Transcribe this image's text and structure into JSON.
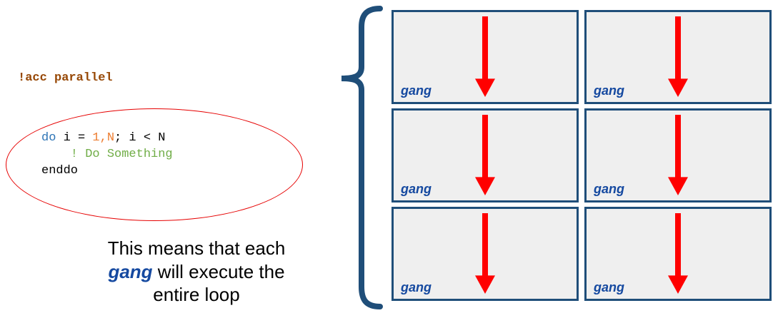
{
  "colors": {
    "blue-dark": "#1F4E79",
    "blue-gang": "#1549A0",
    "red-arrow": "#FF0000",
    "red-ellipse": "#E60000",
    "brown-directive": "#974806",
    "code-keyword": "#2E75B6",
    "code-number": "#ED7D31",
    "code-comment": "#70AD47",
    "cell-bg": "#EFEFEF"
  },
  "code": {
    "directive": "!acc parallel",
    "line1": {
      "kw": "do",
      "mid": " i = ",
      "num": "1,N",
      "rest": "; i < N"
    },
    "line2": "    ! Do Something",
    "line3": "enddo"
  },
  "caption": {
    "line1": "This means that each",
    "line2_gang": "gang",
    "line2_rest": " will execute the",
    "line3": "entire loop"
  },
  "grid": {
    "cells": [
      {
        "label": "gang"
      },
      {
        "label": "gang"
      },
      {
        "label": "gang"
      },
      {
        "label": "gang"
      },
      {
        "label": "gang"
      },
      {
        "label": "gang"
      }
    ]
  }
}
